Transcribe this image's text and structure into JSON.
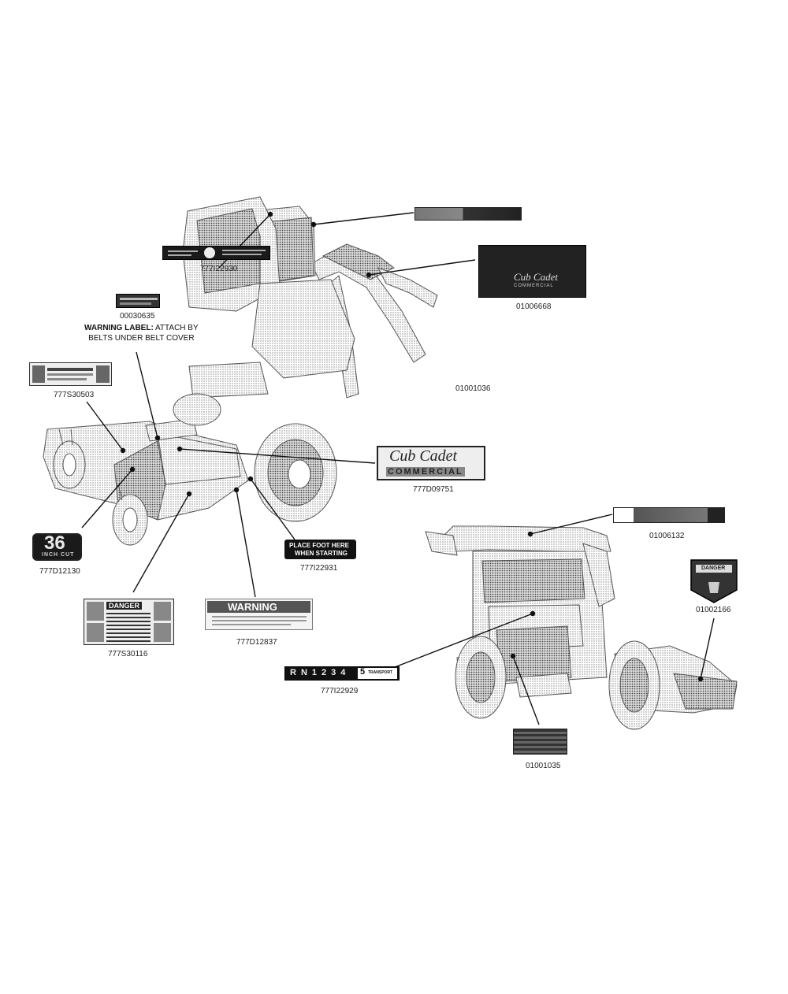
{
  "parts": {
    "p_777I22930": "777I22930",
    "p_01006668": "01006668",
    "p_00030635": "00030635",
    "p_01001036": "01001036",
    "p_777S30503": "777S30503",
    "p_777D09751": "777D09751",
    "p_01006132": "01006132",
    "p_777D12130": "777D12130",
    "p_777I22931": "777I22931",
    "p_01002166": "01002166",
    "p_777S30116": "777S30116",
    "p_777D12837": "777D12837",
    "p_777I22929": "777I22929",
    "p_01001035": "01001035"
  },
  "note": {
    "bold": "WARNING LABEL:",
    "line1_rest": " ATTACH BY",
    "line2": "BELTS UNDER  BELT COVER"
  },
  "decals": {
    "brand_script": "Cub Cadet",
    "brand_word": "COMMERCIAL",
    "cut_number": "36",
    "cut_text": "INCH CUT",
    "foot_line1": "PLACE FOOT HERE",
    "foot_line2": "WHEN STARTING",
    "danger": "DANGER",
    "warning": "WARNING",
    "gears": [
      "R",
      "N",
      "1",
      "2",
      "3",
      "4"
    ],
    "gear_last": "5",
    "gear_transport": "TRANSPORT"
  }
}
